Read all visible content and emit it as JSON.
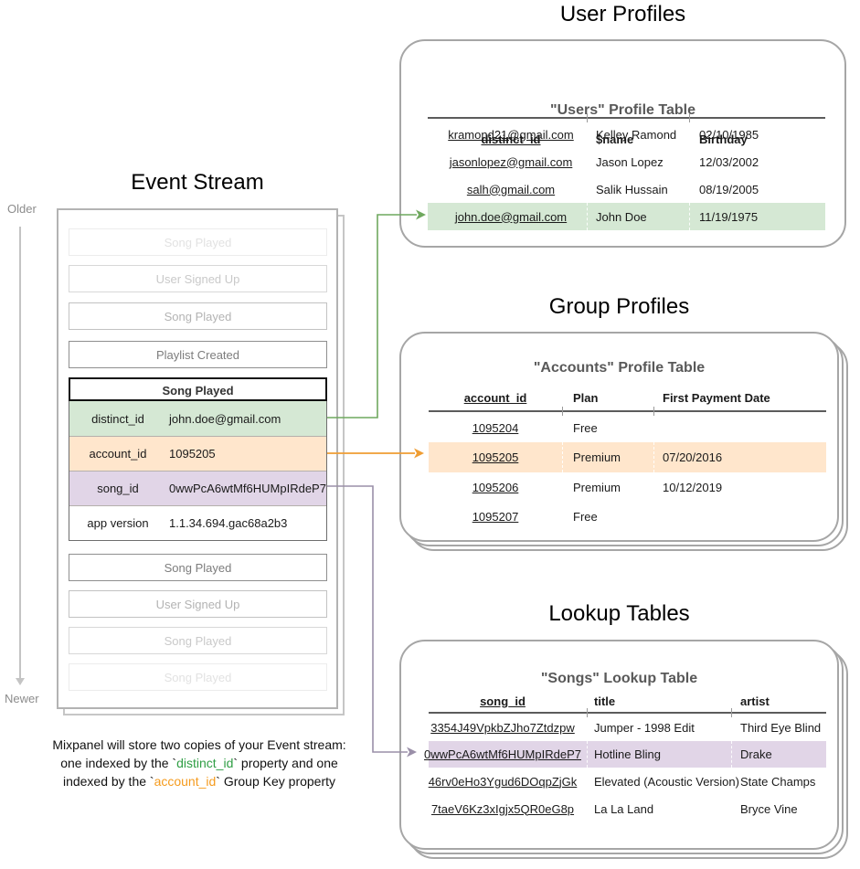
{
  "colors": {
    "green_fill": "#d5e8d4",
    "green_stroke": "#6fa85e",
    "orange_fill": "#ffe6cc",
    "orange_stroke": "#ef9d33",
    "purple_fill": "#e1d5e7",
    "purple_stroke": "#9a8fa8",
    "caption_green": "#2f9e44",
    "caption_orange": "#f59b1e",
    "card_border": "#a6a6a6"
  },
  "event_stream": {
    "title": "Event Stream",
    "older_label": "Older",
    "newer_label": "Newer",
    "events_before": [
      {
        "label": "Song Played"
      },
      {
        "label": "User Signed Up"
      },
      {
        "label": "Song Played"
      },
      {
        "label": "Playlist Created"
      }
    ],
    "expanded_event": {
      "title": "Song Played",
      "properties": [
        {
          "key": "distinct_id",
          "value": "john.doe@gmail.com",
          "highlight": "green"
        },
        {
          "key": "account_id",
          "value": "1095205",
          "highlight": "orange"
        },
        {
          "key": "song_id",
          "value": "0wwPcA6wtMf6HUMpIRdeP7",
          "highlight": "purple"
        },
        {
          "key": "app version",
          "value": "1.1.34.694.gac68a2b3",
          "highlight": "none"
        }
      ]
    },
    "events_after": [
      {
        "label": "Song Played"
      },
      {
        "label": "User Signed Up"
      },
      {
        "label": "Song Played"
      },
      {
        "label": "Song Played"
      }
    ]
  },
  "caption": {
    "line1": "Mixpanel will store two copies of your Event stream:",
    "line2_pre": "one indexed by the `",
    "line2_key": "distinct_id",
    "line2_post": "` property and one",
    "line3_pre": "indexed by the `",
    "line3_key": "account_id",
    "line3_post": "` Group Key property"
  },
  "user_profiles": {
    "section_title": "User Profiles",
    "card_title": "\"Users\" Profile Table",
    "columns": [
      "distinct_id",
      "$name",
      "Birthday"
    ],
    "rows": [
      [
        "kramond21@gmail.com",
        "Kelley Ramond",
        "02/10/1985"
      ],
      [
        "jasonlopez@gmail.com",
        "Jason Lopez",
        "12/03/2002"
      ],
      [
        "salh@gmail.com",
        "Salik Hussain",
        "08/19/2005"
      ],
      [
        "john.doe@gmail.com",
        "John Doe",
        "11/19/1975"
      ]
    ],
    "highlighted_row_index": 3
  },
  "group_profiles": {
    "section_title": "Group Profiles",
    "card_title": "\"Accounts\" Profile Table",
    "columns": [
      "account_id",
      "Plan",
      "First Payment Date"
    ],
    "rows": [
      [
        "1095204",
        "Free",
        ""
      ],
      [
        "1095205",
        "Premium",
        "07/20/2016"
      ],
      [
        "1095206",
        "Premium",
        "10/12/2019"
      ],
      [
        "1095207",
        "Free",
        ""
      ]
    ],
    "highlighted_row_index": 1
  },
  "lookup_tables": {
    "section_title": "Lookup Tables",
    "card_title": "\"Songs\" Lookup Table",
    "columns": [
      "song_id",
      "title",
      "artist"
    ],
    "rows": [
      [
        "3354J49VpkbZJho7Ztdzpw",
        "Jumper - 1998 Edit",
        "Third Eye Blind"
      ],
      [
        "0wwPcA6wtMf6HUMpIRdeP7",
        "Hotline Bling",
        "Drake"
      ],
      [
        "46rv0eHo3Ygud6DOqpZjGk",
        "Elevated (Acoustic Version)",
        "State Champs"
      ],
      [
        "7taeV6Kz3xIgjx5QR0eG8p",
        "La La Land",
        "Bryce Vine"
      ]
    ],
    "highlighted_row_index": 1
  }
}
